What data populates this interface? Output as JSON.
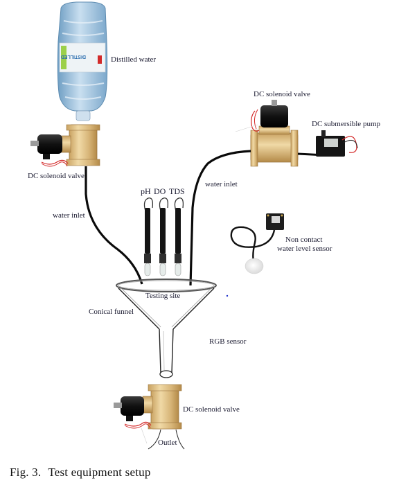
{
  "figure": {
    "caption_prefix": "Fig. 3.",
    "caption_text": "Test equipment setup"
  },
  "labels": {
    "distilled_water": "Distilled water",
    "valve_top_left": "DC solenoid valve",
    "water_inlet_left": "water inlet",
    "valve_top_right": "DC solenoid valve",
    "submersible_pump": "DC submersible pump",
    "water_inlet_right": "water inlet",
    "probe_ph": "pH",
    "probe_do": "DO",
    "probe_tds": "TDS",
    "water_level_sensor_line1": "Non contact",
    "water_level_sensor_line2": "water level sensor",
    "testing_site": "Testing site",
    "conical_funnel": "Conical funnel",
    "rgb_sensor": "RGB sensor",
    "valve_bottom": "DC solenoid valve",
    "outlet": "Outlet"
  },
  "bottle_label": "DISTILLED",
  "colors": {
    "brass": "#d9b77a",
    "brass_dark": "#b8904e",
    "coil": "#1c1c1c",
    "water": "#9fc3dc",
    "wire_red": "#d42a2a",
    "hose": "#0a0a0a"
  }
}
